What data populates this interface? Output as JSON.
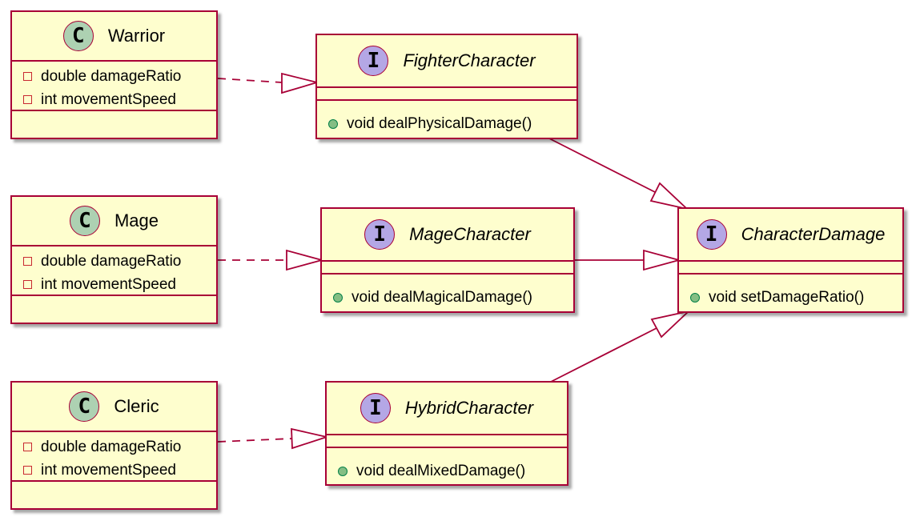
{
  "colors": {
    "node_fill": "#FEFECE",
    "node_border": "#A80036",
    "class_badge": "#ADD1B2",
    "interface_badge": "#B4A7E5",
    "private_marker": "#C82930",
    "public_marker": "#84BE84"
  },
  "classes": [
    {
      "badge": "C",
      "name": "Warrior",
      "fields": [
        "double damageRatio",
        "int movementSpeed"
      ]
    },
    {
      "badge": "C",
      "name": "Mage",
      "fields": [
        "double damageRatio",
        "int movementSpeed"
      ]
    },
    {
      "badge": "C",
      "name": "Cleric",
      "fields": [
        "double damageRatio",
        "int movementSpeed"
      ]
    }
  ],
  "interfaces": [
    {
      "badge": "I",
      "name": "FighterCharacter",
      "methods": [
        "void dealPhysicalDamage()"
      ]
    },
    {
      "badge": "I",
      "name": "MageCharacter",
      "methods": [
        "void dealMagicalDamage()"
      ]
    },
    {
      "badge": "I",
      "name": "HybridCharacter",
      "methods": [
        "void dealMixedDamage()"
      ]
    },
    {
      "badge": "I",
      "name": "CharacterDamage",
      "methods": [
        "void setDamageRatio()"
      ]
    }
  ],
  "relations": [
    {
      "from": "Warrior",
      "to": "FighterCharacter",
      "kind": "realization"
    },
    {
      "from": "Mage",
      "to": "MageCharacter",
      "kind": "realization"
    },
    {
      "from": "Cleric",
      "to": "HybridCharacter",
      "kind": "realization"
    },
    {
      "from": "FighterCharacter",
      "to": "CharacterDamage",
      "kind": "generalization"
    },
    {
      "from": "MageCharacter",
      "to": "CharacterDamage",
      "kind": "generalization"
    },
    {
      "from": "HybridCharacter",
      "to": "CharacterDamage",
      "kind": "generalization"
    }
  ]
}
